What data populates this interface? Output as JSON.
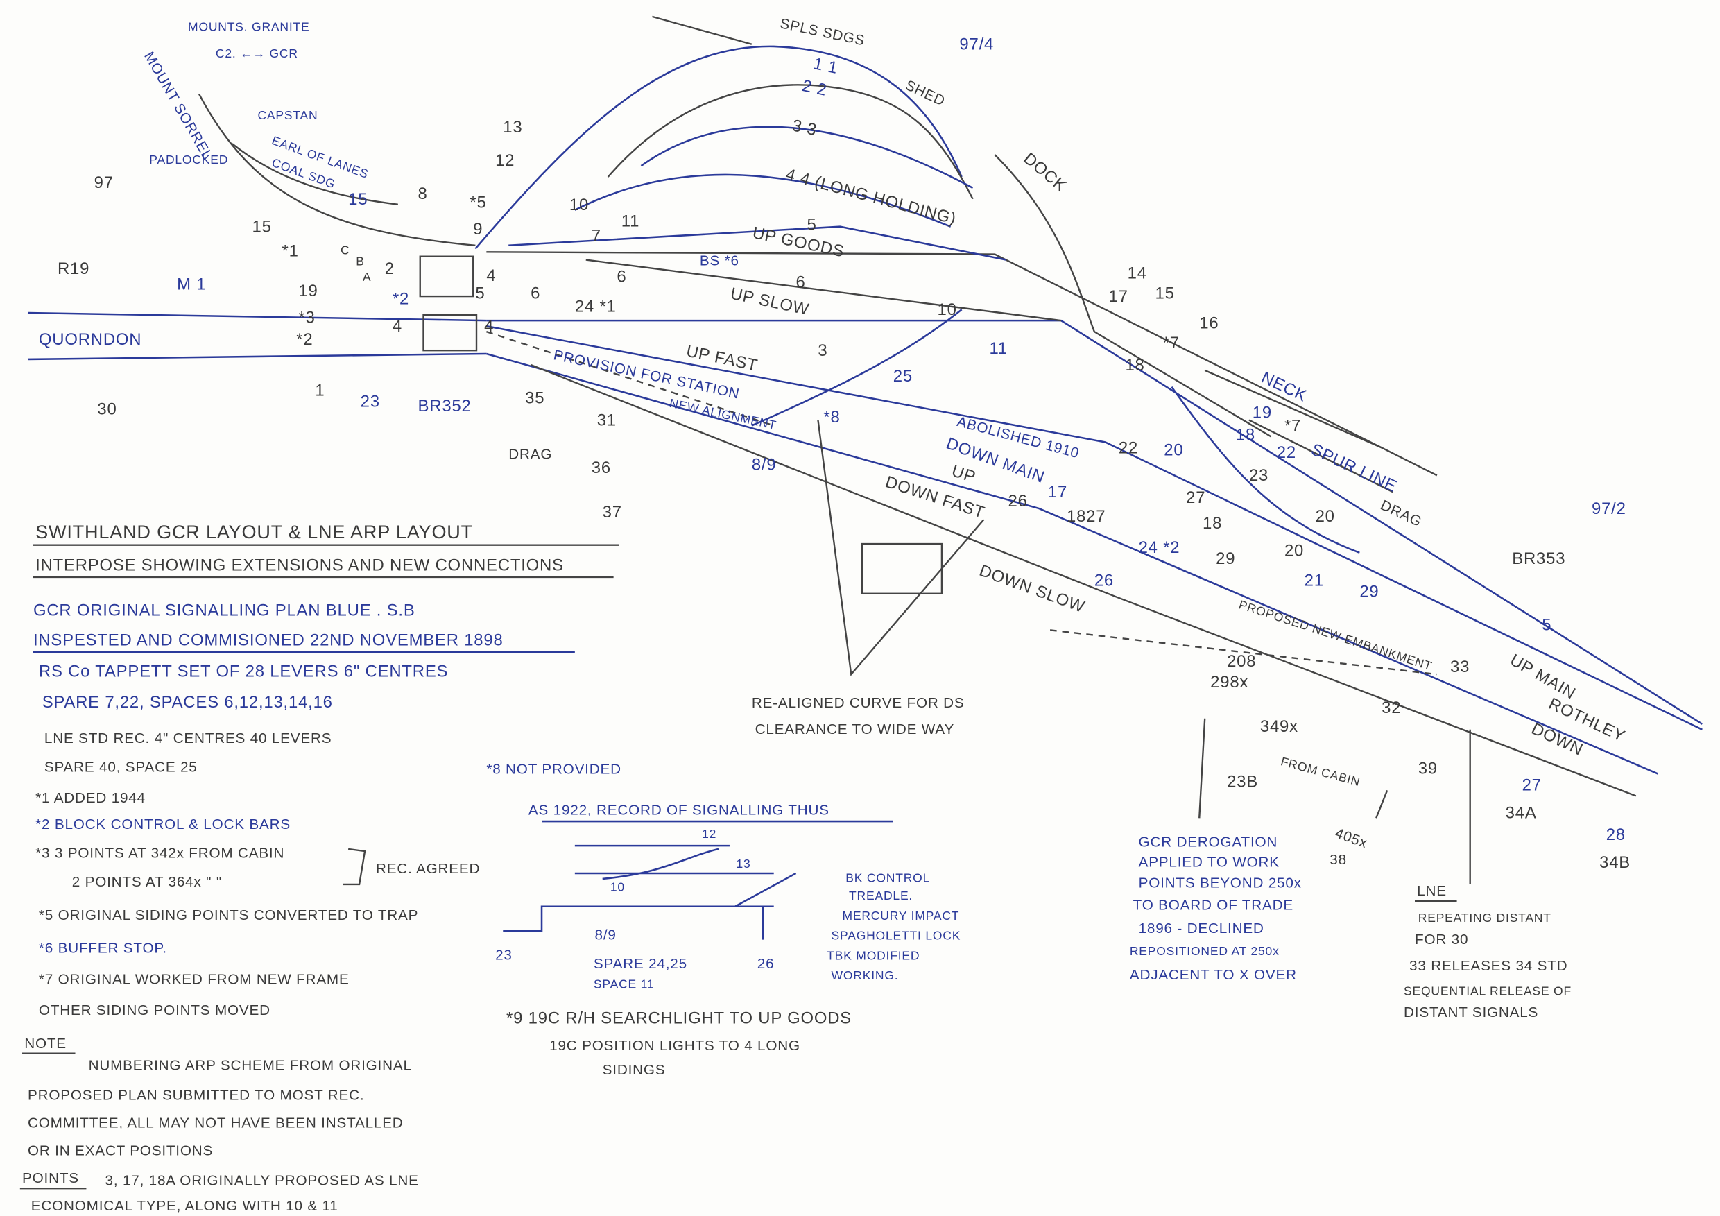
{
  "colors": {
    "blue_ink": "#2b3a9a",
    "black_ink": "#3a3a3a",
    "paper": "#fdfdfb"
  },
  "heading": {
    "title": "SWITHLAND GCR LAYOUT & LNE ARP LAYOUT",
    "subtitle": "INTERPOSE SHOWING EXTENSIONS AND NEW CONNECTIONS"
  },
  "notes_left": [
    "GCR ORIGINAL SIGNALLING PLAN BLUE . S.B",
    "INSPESTED AND COMMISIONED 22ND NOVEMBER 1898",
    "RS Co TAPPETT SET OF 28 LEVERS 6\" CENTRES",
    "SPARE 7,22, SPACES 6,12,13,14,16",
    "LNE STD REC. 4\" CENTRES 40 LEVERS",
    "SPARE 40, SPACE 25",
    "*1 ADDED 1944",
    "*2 BLOCK CONTROL & LOCK BARS",
    "*3 3 POINTS AT 342x FROM CABIN",
    "2 POINTS AT 364x  \"   \"",
    "REC. AGREED",
    "*5 ORIGINAL SIDING POINTS CONVERTED TO TRAP",
    "*6 BUFFER STOP.",
    "*7 ORIGINAL WORKED FROM NEW FRAME",
    "OTHER SIDING POINTS MOVED",
    "NOTE",
    "NUMBERING ARP SCHEME FROM ORIGINAL",
    "PROPOSED PLAN SUBMITTED TO MOST REC.",
    "COMMITTEE, ALL MAY NOT HAVE BEEN INSTALLED",
    "OR IN EXACT POSITIONS",
    "POINTS",
    "3, 17, 18A ORIGINALLY PROPOSED AS LNE",
    "ECONOMICAL TYPE, ALONG WITH 10 & 11"
  ],
  "notes_middle": {
    "not_provided": "*8 NOT PROVIDED",
    "as_1922": "AS 1922, RECORD OF SIGNALLING THUS",
    "inset_labels": [
      "12",
      "13",
      "10",
      "8/9",
      "23",
      "26",
      "SPARE 24,25",
      "SPACE 11"
    ],
    "treadle": [
      "BK CONTROL",
      "TREADLE.",
      "MERCURY IMPACT",
      "SPAGHOLETTI LOCK",
      "TBK MODIFIED",
      "WORKING."
    ],
    "note9": [
      "*9 19C R/H SEARCHLIGHT TO UP GOODS",
      "19C POSITION LIGHTS TO 4 LONG",
      "SIDINGS"
    ],
    "realigned": [
      "RE-ALIGNED CURVE FOR DS",
      "CLEARANCE TO WIDE WAY"
    ]
  },
  "notes_right": {
    "derogation": [
      "GCR DEROGATION",
      "APPLIED TO WORK",
      "POINTS BEYOND 250x",
      "TO BOARD OF TRADE",
      "1896 - DECLINED",
      "REPOSITIONED AT 250x",
      "ADJACENT TO X OVER"
    ],
    "lne": [
      "LNE",
      "REPEATING DISTANT",
      "FOR 30",
      "33 RELEASES 34 STD",
      "SEQUENTIAL RELEASE OF",
      "DISTANT SIGNALS"
    ],
    "dist405": "405x",
    "n38": "38"
  },
  "diagram": {
    "places": {
      "quorndon": "QUORNDON",
      "rothley": "ROTHLEY",
      "mount_sorrel": "MOUNT SORREL",
      "mounts_granite": "MOUNTS. GRANITE",
      "c2_gcr": "C2. ←→ GCR",
      "capstan": "CAPSTAN",
      "earl_lanes": "EARL OF LANES",
      "coal_sdg": "COAL SDG",
      "padlocked": "PADLOCKED"
    },
    "lines": {
      "up_goods": "UP GOODS",
      "up_slow": "UP SLOW",
      "up_fast": "UP FAST",
      "down_main": "DOWN MAIN",
      "up": "UP",
      "down_fast": "DOWN FAST",
      "down_slow": "DOWN SLOW",
      "up_main": "UP MAIN",
      "down": "DOWN",
      "neck": "NECK",
      "spur_line": "SPUR LINE",
      "dock": "DOCK",
      "shed": "SHED",
      "spls_sdgs": "SPLS SDGS",
      "long_holding": "4 4 (LONG HOLDING)",
      "provision": "PROVISION FOR STATION",
      "new_alignment": "NEW ALIGNMENT",
      "abolished": "ABOLISHED 1910",
      "proposed": "PROPOSED NEW EMBANKMENT",
      "drag1": "DRAG",
      "drag2": "DRAG",
      "bs6": "BS *6",
      "from_cabin": "FROM CABIN"
    },
    "numbers": [
      "97",
      "97/4",
      "97/2",
      "R19",
      "M 1",
      "15",
      "15",
      "8",
      "*5",
      "9",
      "13",
      "12",
      "10",
      "11",
      "7",
      "2",
      "19",
      "*1",
      "C",
      "B",
      "A",
      "*2",
      "*3",
      "*2",
      "4",
      "4",
      "5",
      "4",
      "6",
      "6",
      "24 *1",
      "1",
      "23",
      "BR352",
      "30",
      "1 1",
      "2 2",
      "3 3",
      "5",
      "6",
      "3",
      "25",
      "10",
      "11",
      "*8",
      "8/9",
      "35",
      "31",
      "36",
      "37",
      "17",
      "14",
      "15",
      "16",
      "17",
      "18",
      "*7",
      "19",
      "18",
      "22",
      "*7",
      "23",
      "20",
      "22",
      "20",
      "27",
      "18",
      "24 *2",
      "29",
      "26",
      "20",
      "21",
      "29",
      "1827",
      "26",
      "BR353",
      "5",
      "33",
      "32",
      "39",
      "27",
      "34A",
      "28",
      "34B",
      "208",
      "298x",
      "349x",
      "23B"
    ]
  }
}
